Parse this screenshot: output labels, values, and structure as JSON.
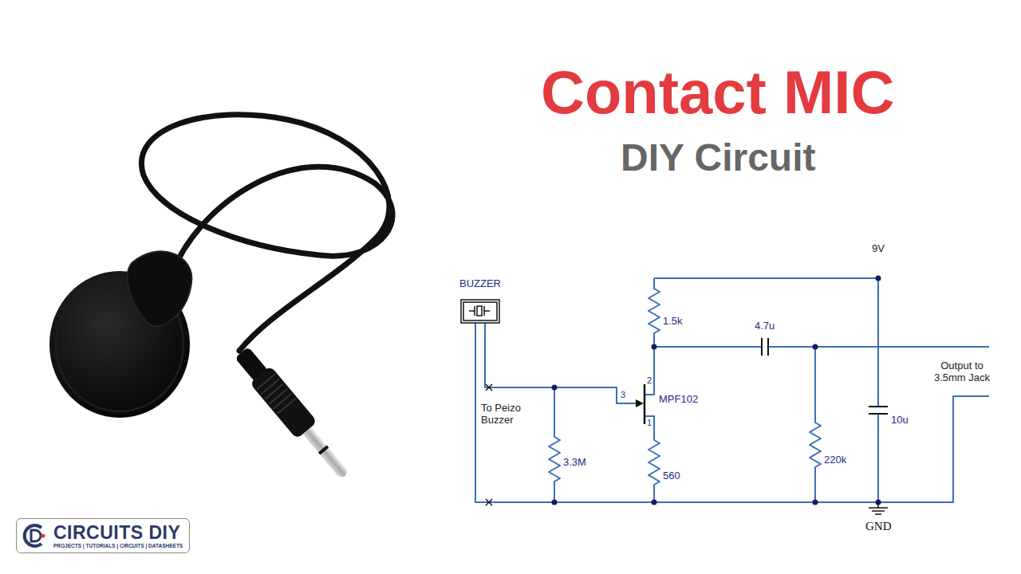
{
  "diagram": {
    "title": "Contact MIC",
    "nodes": [
      {
        "text": [
          "CIRCUITS DIY",
          "PROJECTS | TUTORIALS | CIRCUITS | DATASHEETS"
        ]
      }
    ],
    "labels": [
      "DIY Circuit",
      "9V",
      "BUZZER",
      "1.5k",
      "4.7u",
      "Output to 3.5mm Jack",
      "3",
      "MPF102",
      "2",
      "1",
      "To Peizo Buzzer",
      "3.3M",
      "560",
      "220k",
      "10u",
      "GND"
    ]
  }
}
